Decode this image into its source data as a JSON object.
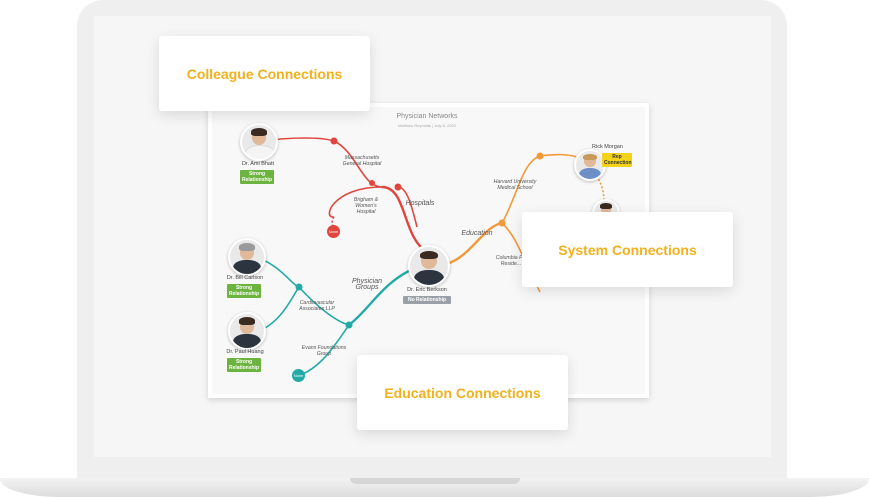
{
  "cards": {
    "colleague": "Colleague Connections",
    "system": "System Connections",
    "education": "Education Connections"
  },
  "map": {
    "title": "Physician Networks",
    "subtitle": "Matthew Reynolds | July 8, 2020",
    "center": {
      "name": "Dr. Eric Berkson",
      "badge": "No Relationship"
    },
    "branches": {
      "hospitals": "Hospitals",
      "physician_groups": "Physician Groups",
      "education": "Education"
    },
    "nodes": {
      "mass_general": "Massachusetts General Hospital",
      "brigham": "Brigham & Women's Hospital",
      "cardiovascular": "Cardiovascular Associates LLP",
      "evans": "Evans Foundations Group",
      "harvard": "Harvard University Medical School",
      "columbia": "Columbia P... Reside..."
    },
    "none_label": "None",
    "people": {
      "amit": {
        "name": "Dr. Ami Bhatt",
        "badge": "Strong Relationship"
      },
      "bill": {
        "name": "Dr. Bill Carlson",
        "badge": "Strong Relationship"
      },
      "paul": {
        "name": "Dr. Paul Huang",
        "badge": "Strong Relationship"
      },
      "rick": {
        "name": "Rick Morgan",
        "badge": "Rep Connection"
      }
    },
    "colors": {
      "hospitals": "#e0453e",
      "groups": "#21aaa6",
      "education": "#f29a3a",
      "rep": "#f2d21a"
    }
  }
}
